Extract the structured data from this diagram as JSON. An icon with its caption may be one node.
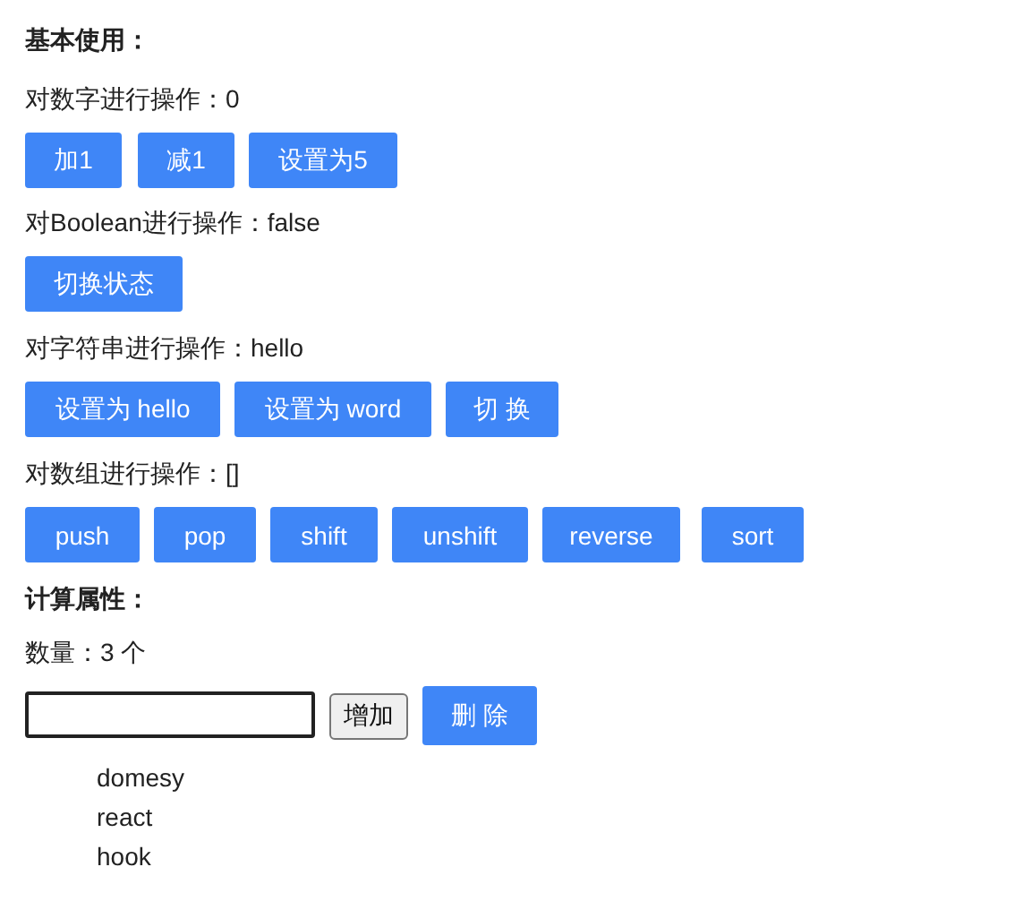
{
  "diagram": {
    "nodes": [
      {
        "text": [
          "加1"
        ]
      },
      {
        "text": [
          "减1"
        ]
      },
      {
        "text": [
          "设置为5"
        ]
      },
      {
        "text": [
          "切换状态"
        ]
      },
      {
        "text": [
          "设置为 hello"
        ]
      },
      {
        "text": [
          "设置为 word"
        ]
      },
      {
        "text": [
          "切 换"
        ]
      },
      {
        "text": [
          "push"
        ]
      },
      {
        "text": [
          "pop"
        ]
      },
      {
        "text": [
          "shift"
        ]
      },
      {
        "text": [
          "unshift"
        ]
      },
      {
        "text": [
          "reverse"
        ]
      },
      {
        "text": [
          "sort"
        ]
      },
      {
        "text": [],
        "shape": "box"
      },
      {
        "text": [
          "增加"
        ]
      },
      {
        "text": [
          "删 除"
        ]
      }
    ],
    "labels": [
      "基本使用：",
      "对数字进行操作：0",
      "对Boolean进行操作：false",
      "对字符串进行操作：hello",
      "对数组进行操作：[]",
      "计算属性：",
      "数量：3 个",
      "domesy",
      "react",
      "hook"
    ]
  }
}
